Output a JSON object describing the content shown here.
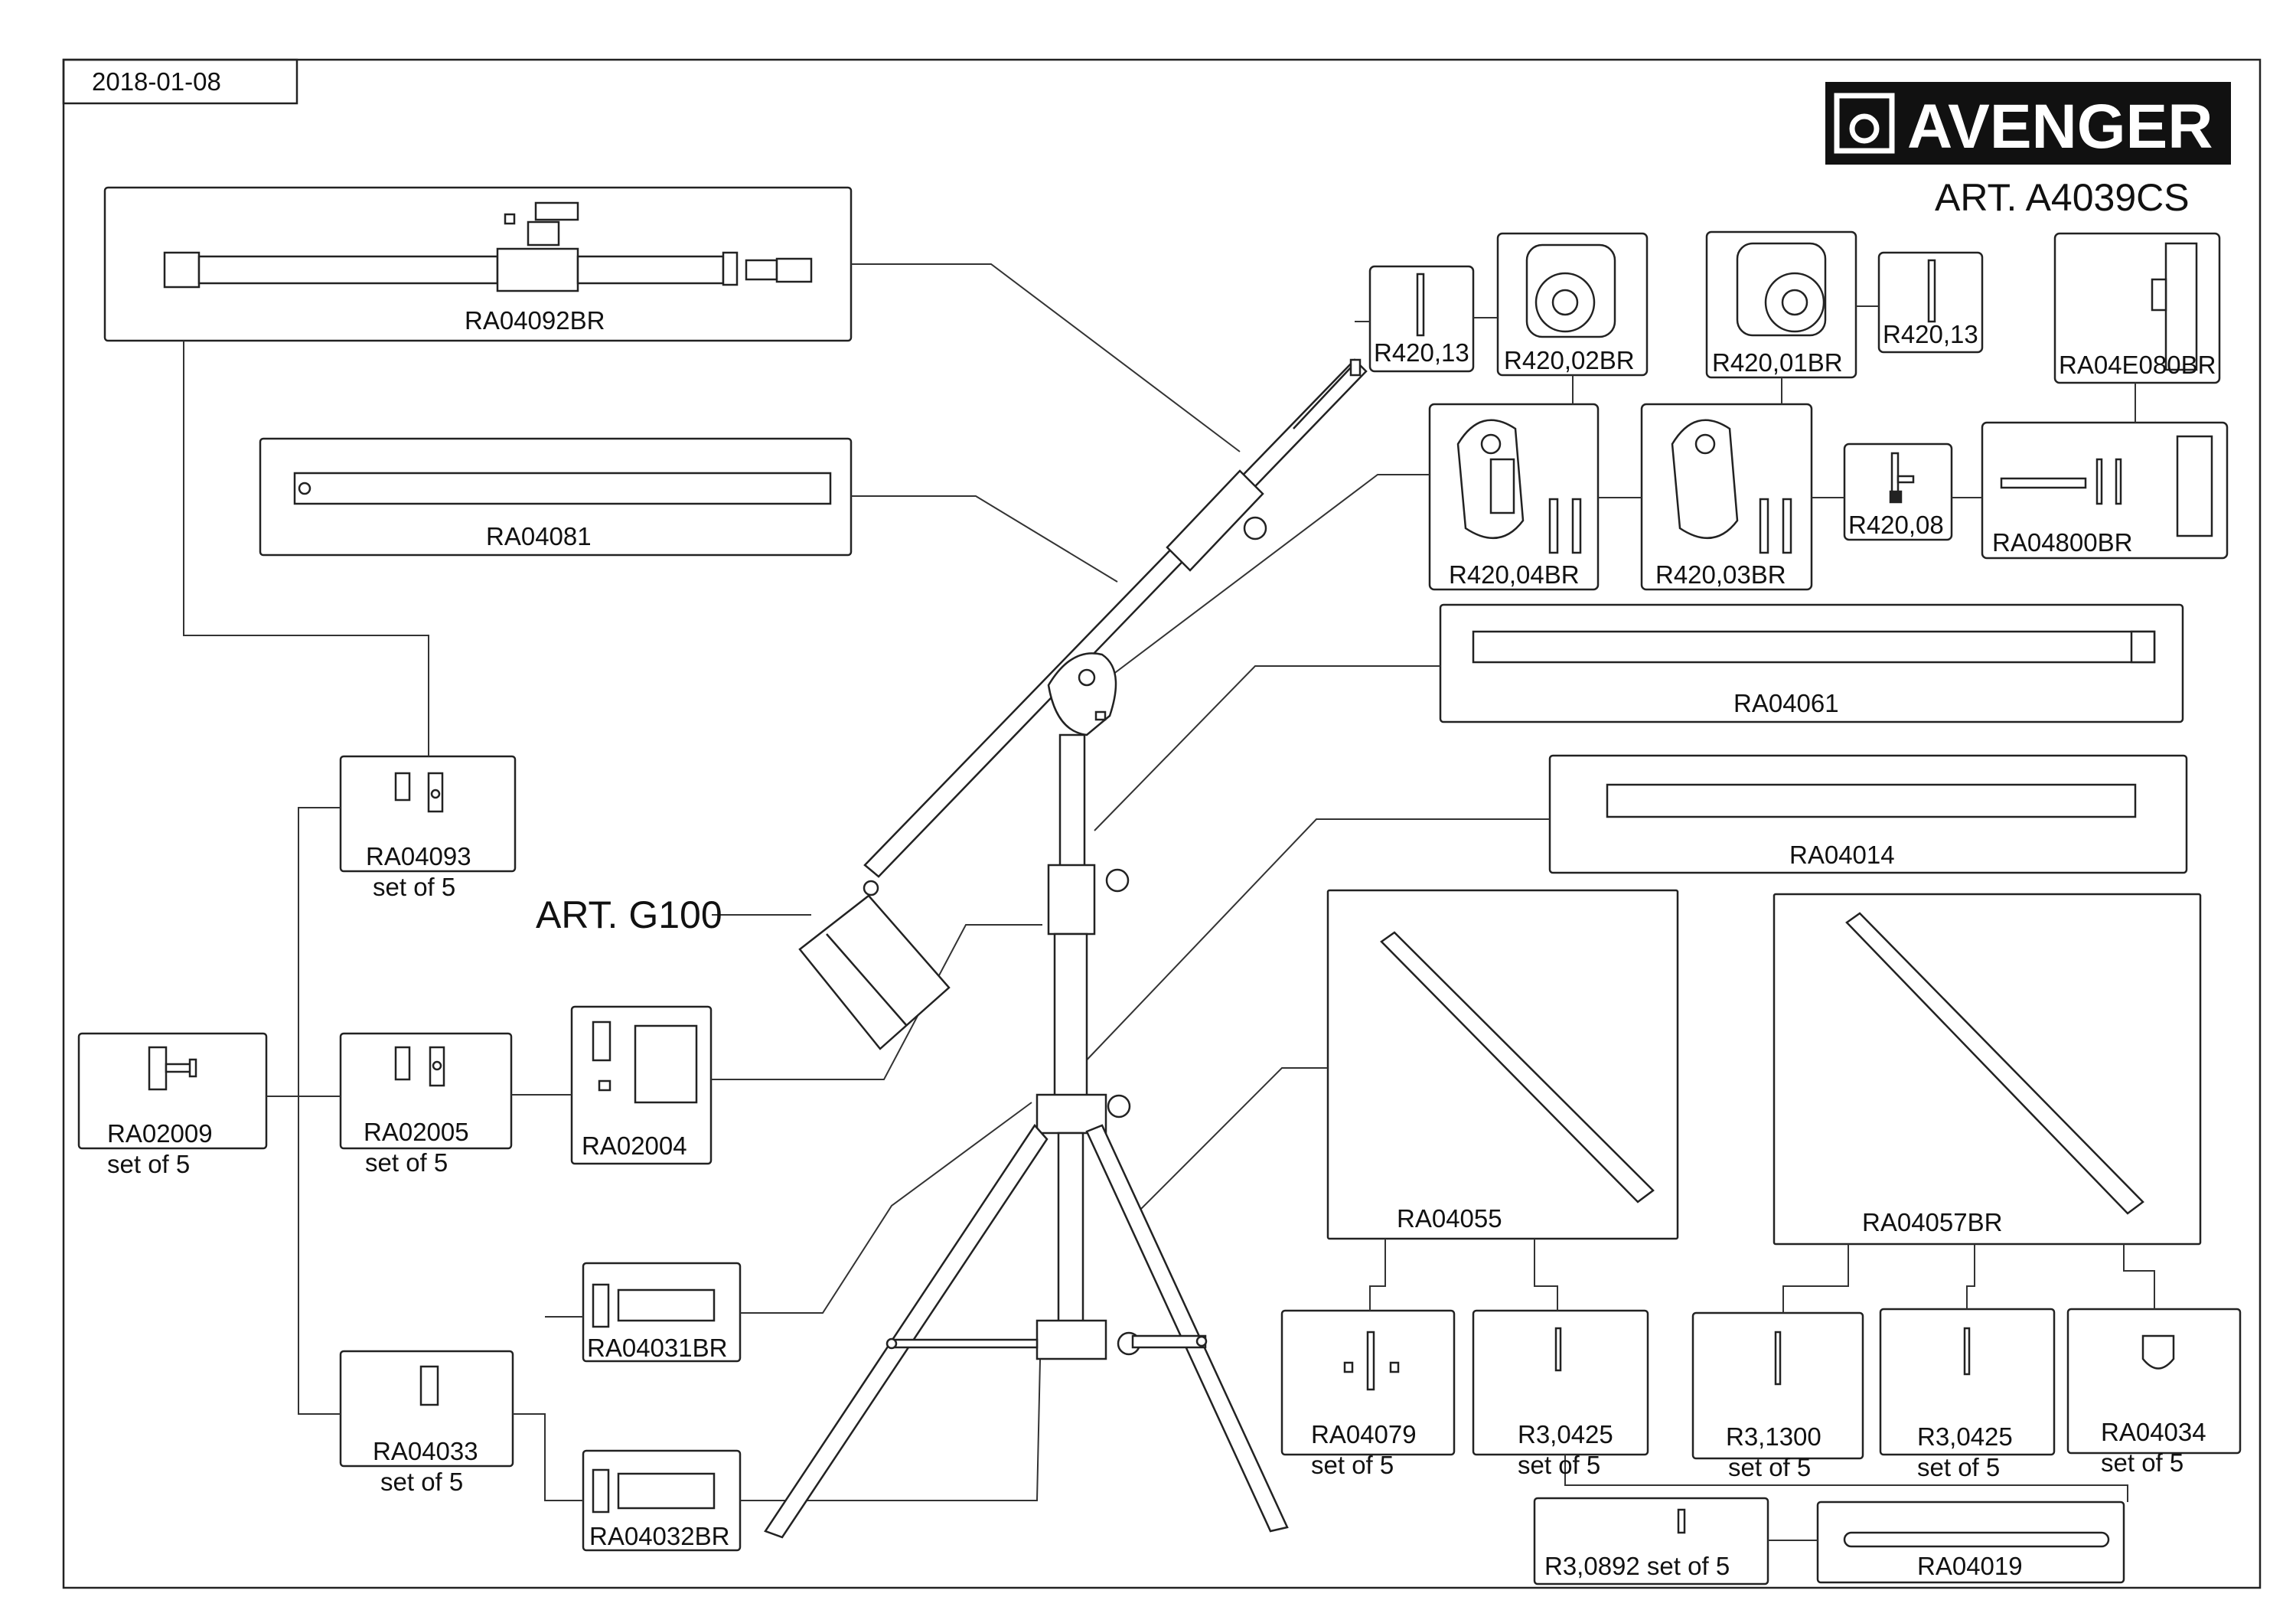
{
  "date": "2018-01-08",
  "brand": {
    "name": "AVENGER",
    "article": "ART. A4039CS"
  },
  "art_g100": "ART. G100",
  "parts": {
    "ra04092br": "RA04092BR",
    "ra04081": "RA04081",
    "ra04093": "RA04093",
    "ra04093_set": "set of 5",
    "ra02009": "RA02009",
    "ra02009_set": "set of 5",
    "ra02005": "RA02005",
    "ra02005_set": "set of 5",
    "ra02004": "RA02004",
    "ra04033": "RA04033",
    "ra04033_set": "set of 5",
    "ra04031br": "RA04031BR",
    "ra04032br": "RA04032BR",
    "r420_13_a": "R420,13",
    "r420_02br": "R420,02BR",
    "r420_01br": "R420,01BR",
    "r420_13_b": "R420,13",
    "ra04e080br": "RA04E080BR",
    "r420_04br": "R420,04BR",
    "r420_03br": "R420,03BR",
    "r420_08": "R420,08",
    "ra04800br": "RA04800BR",
    "ra04061": "RA04061",
    "ra04014": "RA04014",
    "ra04055": "RA04055",
    "ra04057br": "RA04057BR",
    "ra04079": "RA04079",
    "ra04079_set": "set of 5",
    "r3_0425_a": "R3,0425",
    "r3_0425_a_set": "set of 5",
    "r3_1300": "R3,1300",
    "r3_1300_set": "set of 5",
    "r3_0425_b": "R3,0425",
    "r3_0425_b_set": "set of 5",
    "ra04034": "RA04034",
    "ra04034_set": "set of 5",
    "r3_0892": "R3,0892 set of 5",
    "ra04019": "RA04019"
  }
}
